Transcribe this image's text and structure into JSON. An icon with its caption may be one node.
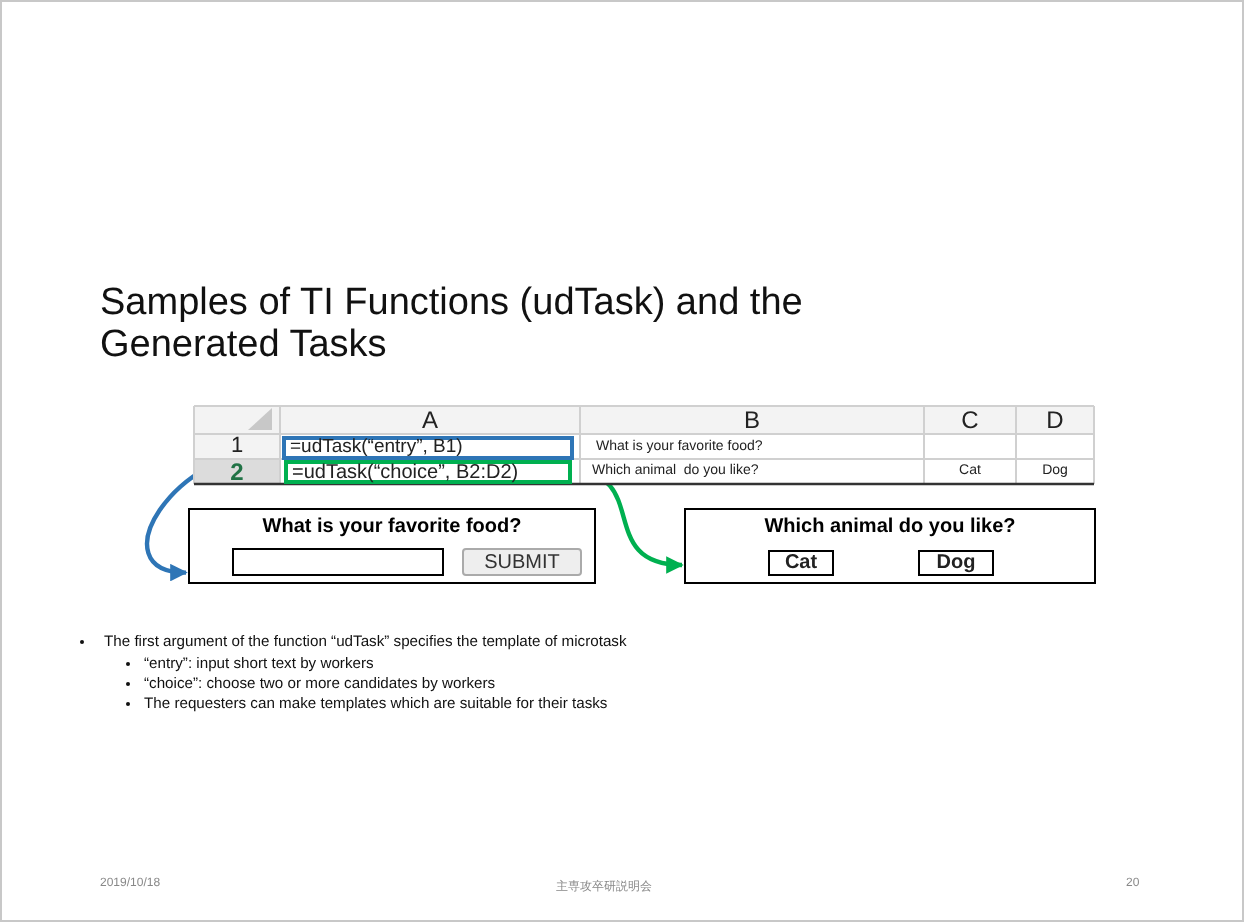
{
  "diagram": {
    "title": "Samples of TI Functions (udTask) and the Generated Tasks",
    "nodes": [
      {
        "text": [
          "=udTask(“entry”, B1)"
        ]
      },
      {
        "text": [
          "=udTask(“choice”, B2:D2)"
        ]
      },
      {
        "text": [
          "What is your favorite food?"
        ]
      },
      {
        "text": [
          "SUBMIT"
        ],
        "in": 2
      },
      {
        "text": [
          "Which animal do you like?"
        ]
      },
      {
        "text": [
          "Cat"
        ],
        "in": 4
      },
      {
        "text": [
          "Dog"
        ],
        "in": 4
      }
    ],
    "edges": [
      {
        "from": 0,
        "to": 2,
        "arrow": "to",
        "color": "#2e75b6"
      },
      {
        "from": 1,
        "to": 4,
        "arrow": "to",
        "color": "#00b050"
      }
    ],
    "labels": [
      "A",
      "B",
      "C",
      "D",
      "1",
      "What is your favorite food?",
      "2",
      "Which animal  do you like?",
      "Cat",
      "Dog",
      "The first argument of the function “udTask” specifies the template of microtask",
      "“entry”: input short text by workers",
      "“choice”: choose two or more candidates by workers",
      "The requesters can make templates which are suitable for their tasks",
      "2019/10/18",
      "主専攻卒研説明会",
      "20"
    ]
  }
}
